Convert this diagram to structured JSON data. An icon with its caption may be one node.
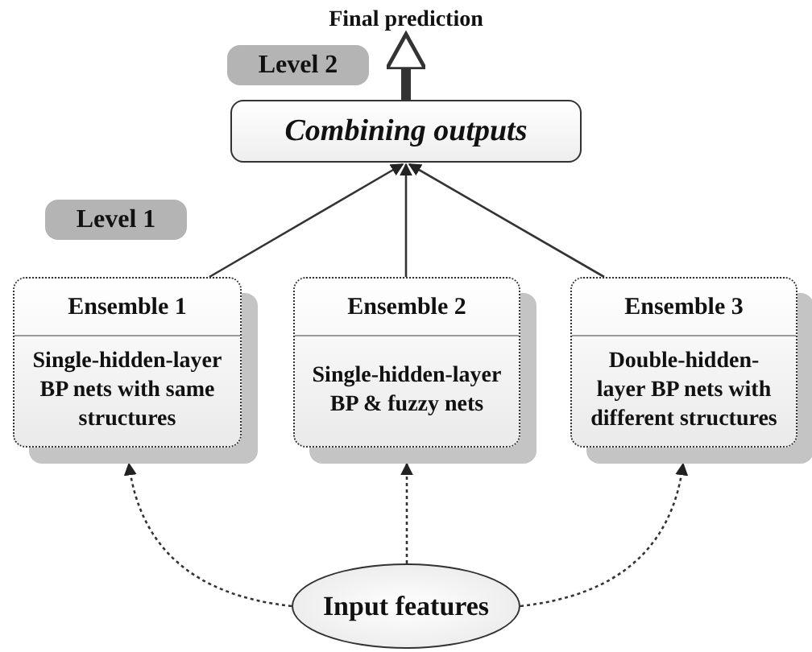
{
  "diagram": {
    "nodes": [
      {
        "text": [
          "Final prediction"
        ]
      },
      {
        "text": [
          "Level 2"
        ]
      },
      {
        "text": [
          "Combining outputs"
        ]
      },
      {
        "text": [
          "Level 1"
        ]
      },
      {
        "text": [
          "Ensemble 1",
          "Single-hidden-layer BP nets with same structures"
        ]
      },
      {
        "text": [
          "Ensemble 2",
          "Single-hidden-layer BP & fuzzy nets"
        ]
      },
      {
        "text": [
          "Ensemble 3",
          "Double-hidden-layer BP nets with different structures"
        ]
      },
      {
        "text": [
          "Input features"
        ]
      }
    ],
    "edges": [
      {
        "from": 2,
        "to": 0,
        "arrow": "to",
        "style": "thick"
      },
      {
        "from": 4,
        "to": 2,
        "arrow": "to"
      },
      {
        "from": 5,
        "to": 2,
        "arrow": "to"
      },
      {
        "from": 6,
        "to": 2,
        "arrow": "to"
      },
      {
        "from": 7,
        "to": 4,
        "arrow": "to",
        "style": "dashed"
      },
      {
        "from": 7,
        "to": 5,
        "arrow": "to",
        "style": "dashed"
      },
      {
        "from": 7,
        "to": 6,
        "arrow": "to",
        "style": "dashed"
      }
    ]
  }
}
